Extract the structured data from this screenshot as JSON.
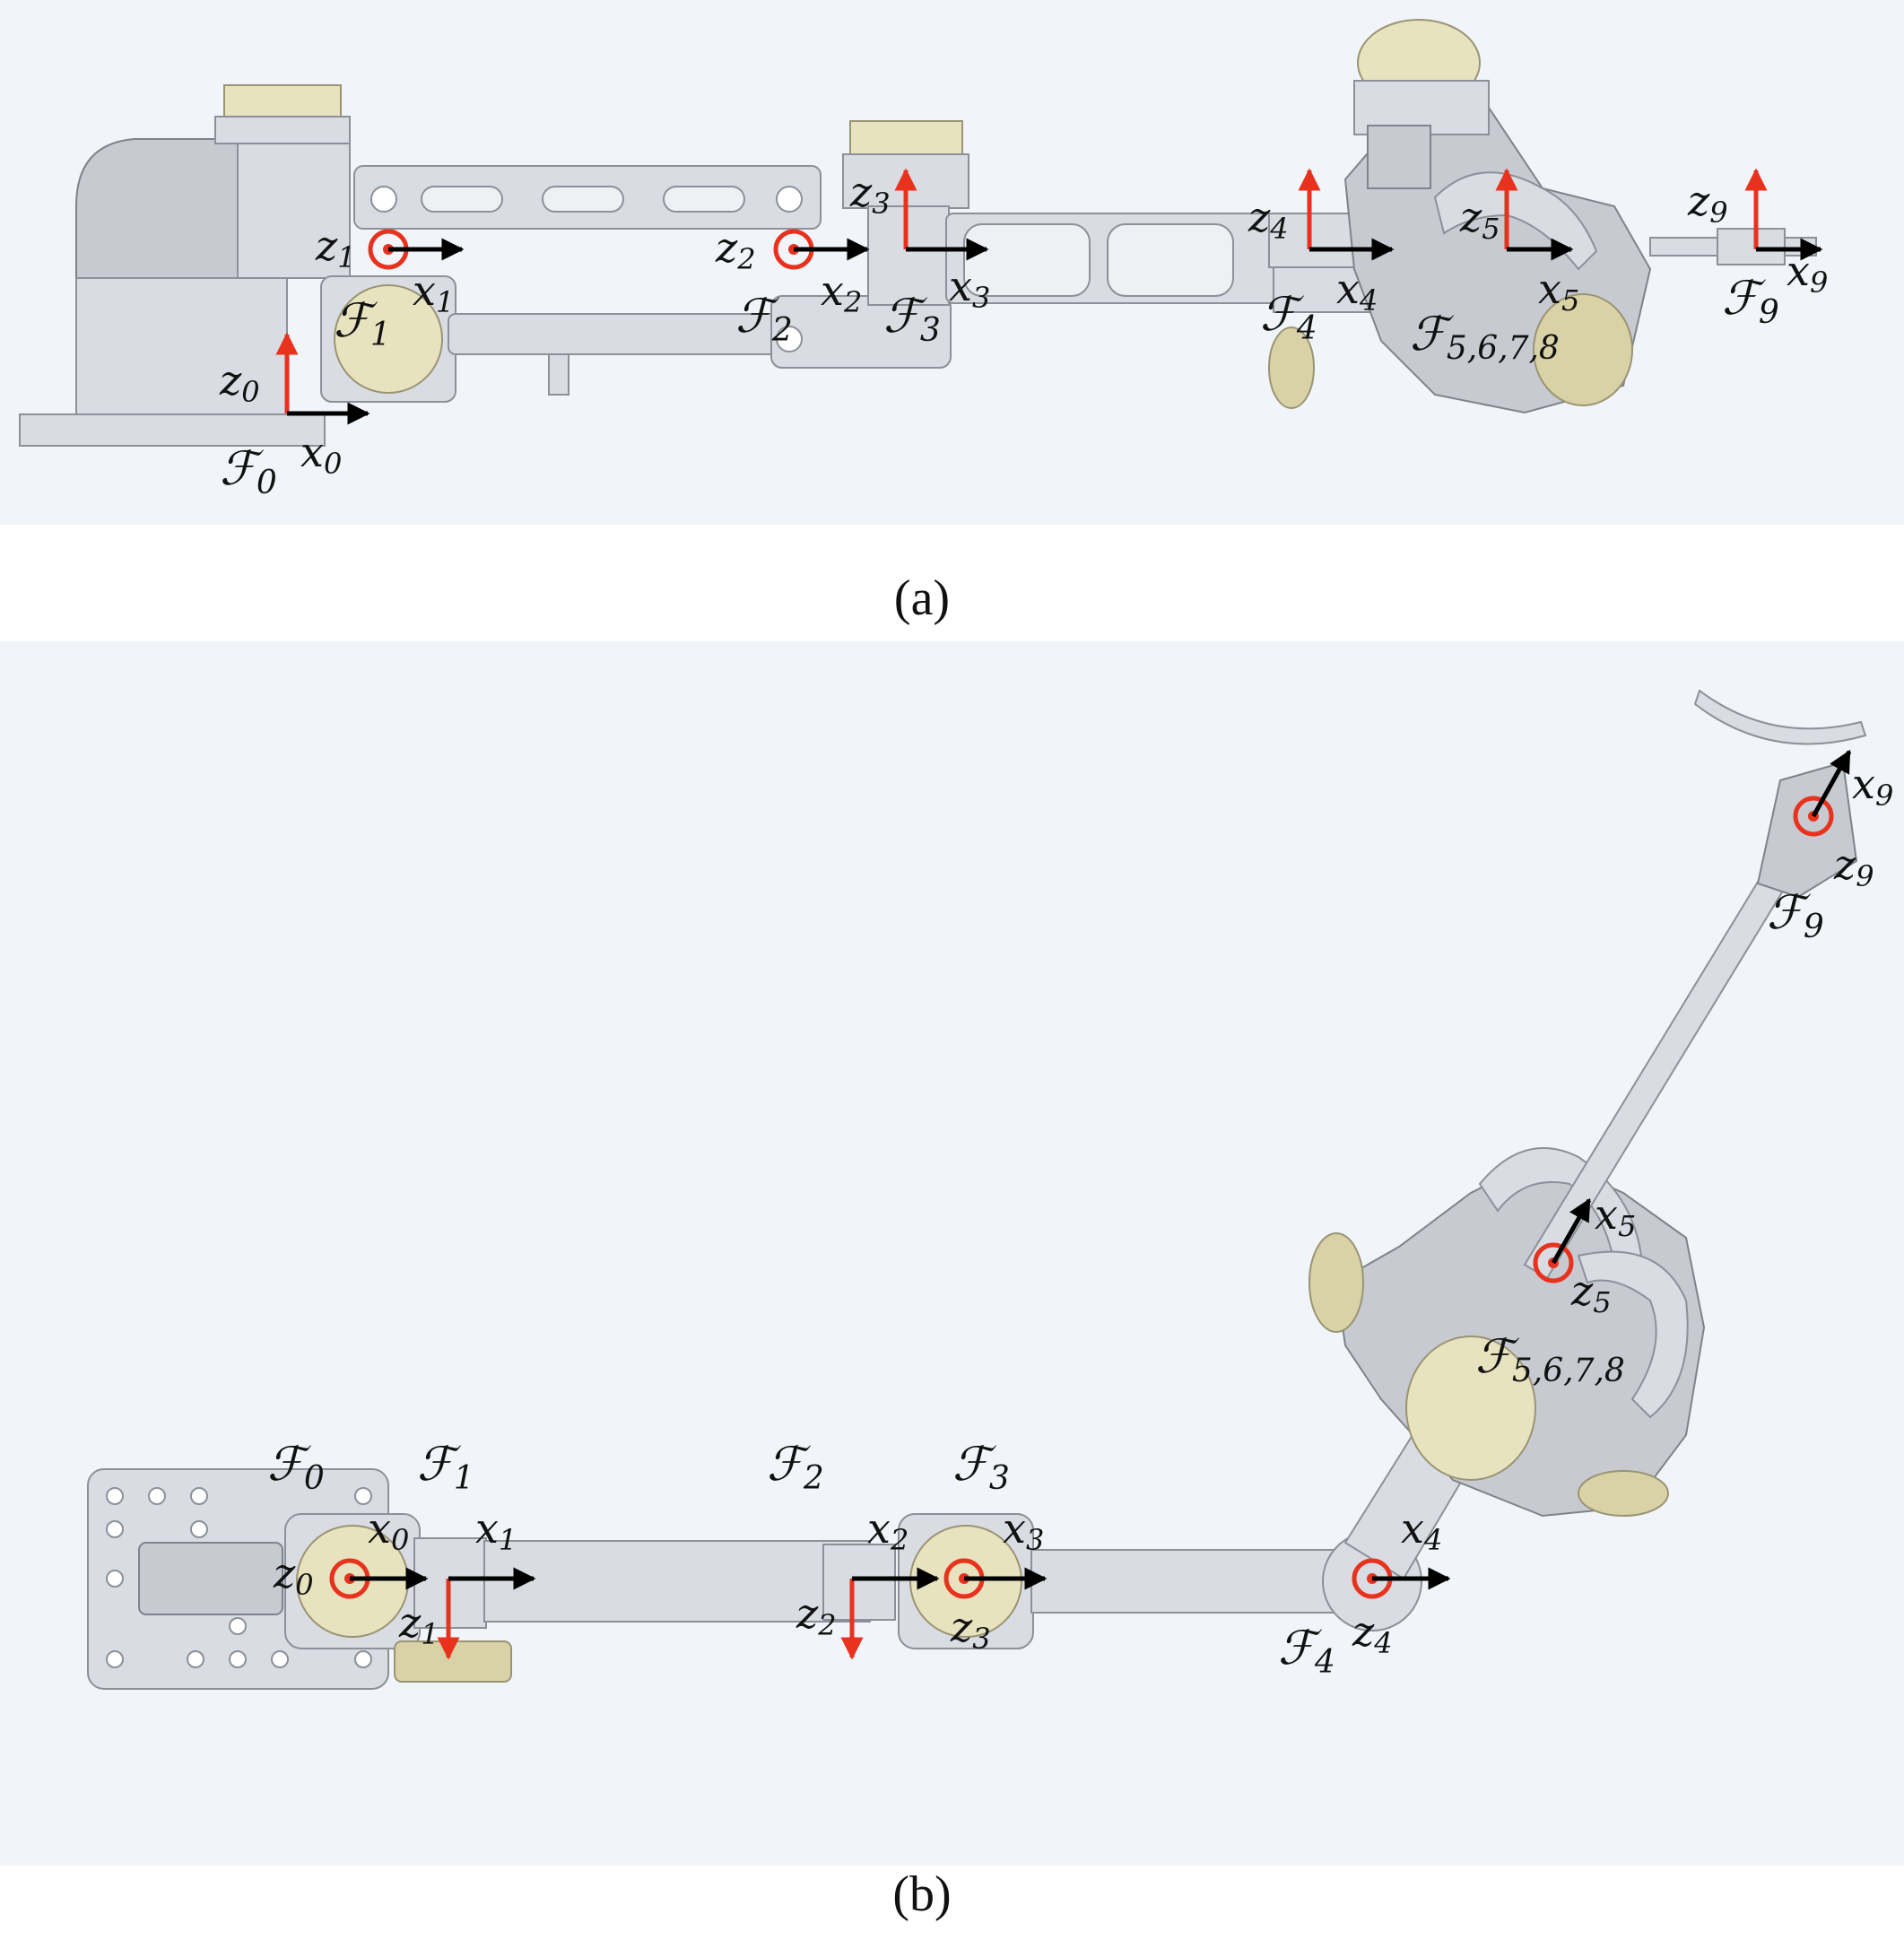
{
  "panels": [
    {
      "id": "a",
      "caption": "(a)",
      "frames": [
        {
          "frame": "ℱ",
          "sub": "0",
          "z": "z",
          "zsub": "0",
          "x": "x",
          "xsub": "0"
        },
        {
          "frame": "ℱ",
          "sub": "1",
          "z": "z",
          "zsub": "1",
          "x": "x",
          "xsub": "1"
        },
        {
          "frame": "ℱ",
          "sub": "2",
          "z": "z",
          "zsub": "2",
          "x": "x",
          "xsub": "2"
        },
        {
          "frame": "ℱ",
          "sub": "3",
          "z": "z",
          "zsub": "3",
          "x": "x",
          "xsub": "3"
        },
        {
          "frame": "ℱ",
          "sub": "4",
          "z": "z",
          "zsub": "4",
          "x": "x",
          "xsub": "4"
        },
        {
          "frame": "ℱ",
          "sub": "5,6,7,8",
          "z": "z",
          "zsub": "5",
          "x": "x",
          "xsub": "5"
        },
        {
          "frame": "ℱ",
          "sub": "9",
          "z": "z",
          "zsub": "9",
          "x": "x",
          "xsub": "9"
        }
      ]
    },
    {
      "id": "b",
      "caption": "(b)",
      "frames": [
        {
          "frame": "ℱ",
          "sub": "0",
          "z": "z",
          "zsub": "0",
          "x": "x",
          "xsub": "0"
        },
        {
          "frame": "ℱ",
          "sub": "1",
          "z": "z",
          "zsub": "1",
          "x": "x",
          "xsub": "1"
        },
        {
          "frame": "ℱ",
          "sub": "2",
          "z": "z",
          "zsub": "2",
          "x": "x",
          "xsub": "2"
        },
        {
          "frame": "ℱ",
          "sub": "3",
          "z": "z",
          "zsub": "3",
          "x": "x",
          "xsub": "3"
        },
        {
          "frame": "ℱ",
          "sub": "4",
          "z": "z",
          "zsub": "4",
          "x": "x",
          "xsub": "4"
        },
        {
          "frame": "ℱ",
          "sub": "5,6,7,8",
          "z": "z",
          "zsub": "5",
          "x": "x",
          "xsub": "5"
        },
        {
          "frame": "ℱ",
          "sub": "9",
          "z": "z",
          "zsub": "9",
          "x": "x",
          "xsub": "9"
        }
      ]
    }
  ],
  "colors": {
    "z_axis": "#e8321e",
    "x_axis": "#000000",
    "background": "#f1f5f9",
    "motor": "#e8e3bf"
  }
}
